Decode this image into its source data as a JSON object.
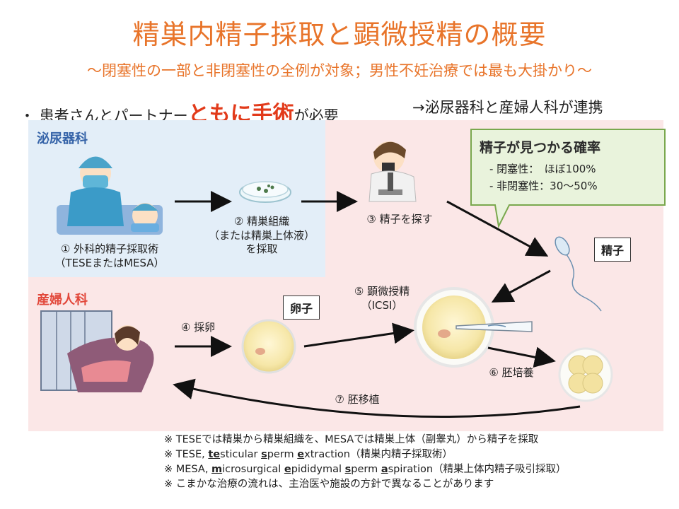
{
  "title": "精巣内精子採取と顕微授精の概要",
  "subtitle": "～閉塞性の一部と非閉塞性の全例が対象；男性不妊治療では最も大掛かり～",
  "bullet": {
    "prefix": "・ 患者さんとパートナー",
    "emphasis": "ともに手術",
    "suffix": "が必要",
    "right": "→泌尿器科と産婦人科が連携"
  },
  "sections": {
    "urology": "泌尿器科",
    "obgyn": "産婦人科"
  },
  "steps": {
    "s1_line1": "① 外科的精子採取術",
    "s1_line2": "（TESEまたはMESA）",
    "s2_line1": "② 精巣組織",
    "s2_line2": "（または精巣上体液）",
    "s2_line3": "を採取",
    "s3": "③ 精子を探す",
    "s4": "④ 採卵",
    "s5_line1": "⑤ 顕微授精",
    "s5_line2": "（ICSI）",
    "s6": "⑥ 胚培養",
    "s7": "⑦ 胚移植"
  },
  "labels": {
    "sperm": "精子",
    "egg": "卵子"
  },
  "callout": {
    "title": "精子が見つかる確率",
    "line1": "- 閉塞性：　ほぼ100%",
    "line2": "- 非閉塞性：30～50%"
  },
  "notes": {
    "n1": "※ TESEでは精巣から精巣組織を、MESAでは精巣上体（副睾丸）から精子を採取",
    "n2_a": "※ TESE, ",
    "n2_b1": "te",
    "n2_b2": "sticular ",
    "n2_b3": "s",
    "n2_b4": "perm ",
    "n2_b5": "e",
    "n2_b6": "xtraction（精巣内精子採取術）",
    "n3_a": "※ MESA, ",
    "n3_b1": "m",
    "n3_b2": "icrosurgical ",
    "n3_b3": "e",
    "n3_b4": "pididymal ",
    "n3_b5": "s",
    "n3_b6": "perm ",
    "n3_b7": "a",
    "n3_b8": "spiration（精巣上体内精子吸引採取）",
    "n4": "※ こまかな治療の流れは、主治医や施設の方針で異なることがあります"
  },
  "colors": {
    "title": "#e8742a",
    "emphasis": "#e23a1a",
    "urology_panel": "#e3eef8",
    "obgyn_panel": "#fbe7e7",
    "urology_label": "#3563a8",
    "obgyn_label": "#e2473a",
    "callout_bg": "#e9f3dc",
    "callout_border": "#7aa84e"
  }
}
